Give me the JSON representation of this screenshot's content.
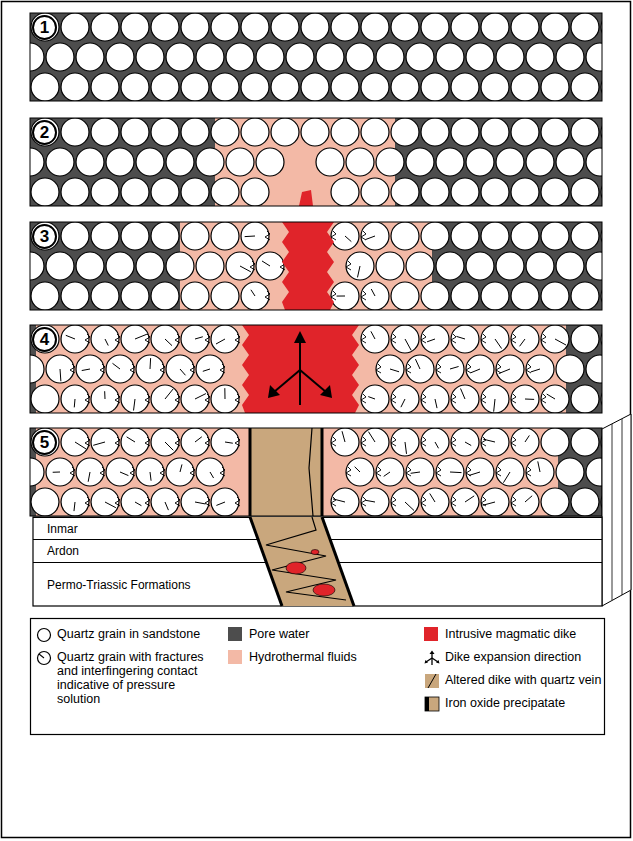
{
  "diagram": {
    "nodes": [
      {
        "text": [
          "1"
        ]
      },
      {
        "text": [
          "2"
        ]
      },
      {
        "text": [
          "3"
        ]
      },
      {
        "text": [
          "4"
        ]
      },
      {
        "text": [
          "5"
        ]
      },
      {
        "text": [
          "Inmar"
        ]
      },
      {
        "text": [
          "Ardon"
        ]
      },
      {
        "text": [
          "Permo-Triassic Formations"
        ]
      }
    ],
    "legend": [
      {
        "text": "Quartz grain in sandstone"
      },
      {
        "text": "Quartz grain with fractures and interfingering contact indicative of pressure solution"
      },
      {
        "text": "Pore water",
        "color": "#4d4d4d"
      },
      {
        "text": "Hydrothermal fluids",
        "color": "#f3b9a6"
      },
      {
        "text": "Intrusive magmatic dike",
        "color": "#e0242a"
      },
      {
        "text": "Dike expansion direction"
      },
      {
        "text": "Altered dike with quartz vein"
      },
      {
        "text": "Iron oxide precipatate"
      }
    ]
  }
}
